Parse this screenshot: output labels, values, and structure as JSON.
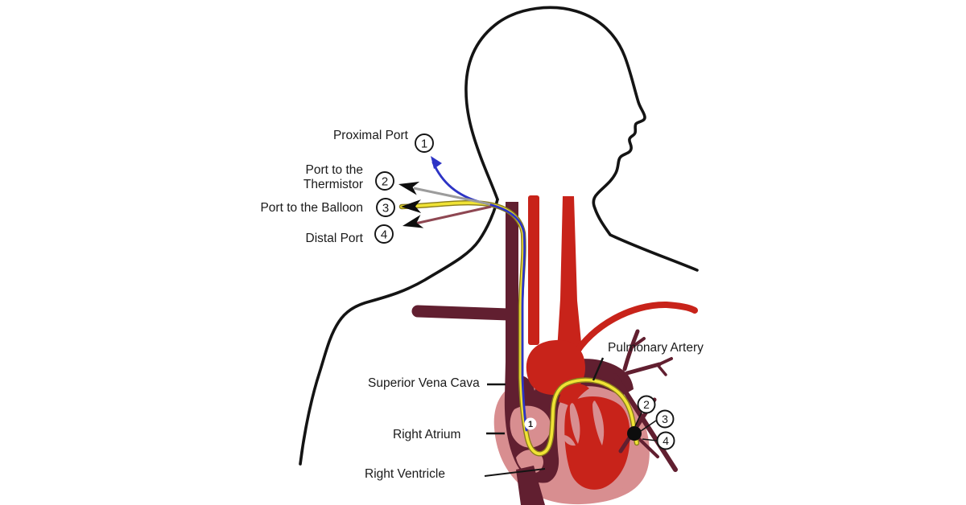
{
  "figure": {
    "description": "Swan-Ganz pulmonary artery catheter placement diagram"
  },
  "labels": {
    "proximal_port": "Proximal Port",
    "port_thermistor_line1": "Port to the",
    "port_thermistor_line2": "Thermistor",
    "port_balloon": "Port to the Balloon",
    "distal_port": "Distal Port",
    "pulmonary_artery": "Pulmonary Artery",
    "superior_vena_cava": "Superior Vena Cava",
    "right_atrium": "Right Atrium",
    "right_ventricle": "Right Ventricle"
  },
  "markers": {
    "port1": "1",
    "port2": "2",
    "port3": "3",
    "port4": "4",
    "tip2": "2",
    "tip3": "3",
    "tip4": "4",
    "ra1": "1"
  },
  "colors": {
    "artery_red": "#c8231a",
    "vein_maroon": "#611f30",
    "heart_pink": "#d88e90",
    "catheter_yellow": "#f0e335",
    "catheter_yellow_edge": "#8a7d1c",
    "catheter_blue": "#2d34c5",
    "thermistor_gray": "#9c9c9c",
    "distal_line_maroon": "#8e4752",
    "ink": "#141414"
  }
}
